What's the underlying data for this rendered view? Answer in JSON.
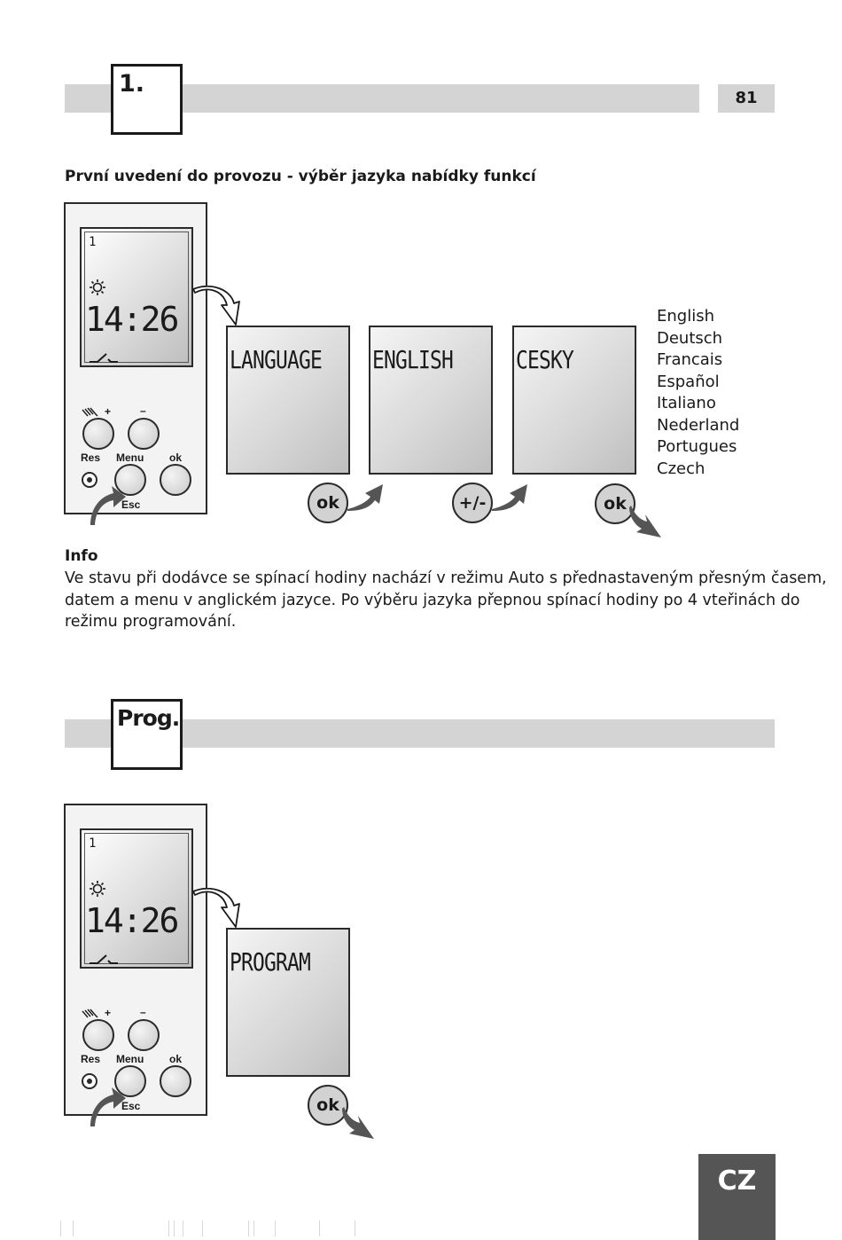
{
  "section1": {
    "step_label": "1.",
    "page_number": "81"
  },
  "heading": "První uvedení do provozu - výběr jazyka nabídky funkcí",
  "device": {
    "channel": "1",
    "time": "14:26",
    "plus_label": "+",
    "minus_label": "–",
    "res_label": "Res",
    "menu_label": "Menu",
    "ok_label": "ok",
    "esc_label": "Esc"
  },
  "screens": [
    "LANGUAGE",
    "ENGLISH",
    "CESKY"
  ],
  "nav_buttons": [
    "ok",
    "+/-",
    "ok"
  ],
  "languages": [
    "English",
    "Deutsch",
    "Francais",
    "Español",
    "Italiano",
    "Nederland",
    "Portugues",
    "Czech"
  ],
  "info": {
    "title": "Info",
    "lines": [
      "Ve stavu při dodávce se spínací hodiny nachází v režimu Auto s přednastaveným přesným časem,",
      "datem a menu v anglickém jazyce. Po výběru jazyka přepnou spínací hodiny po 4 vteřinách do",
      "režimu programování."
    ]
  },
  "section2": {
    "step_label": "Prog."
  },
  "prog_screen": "PROGRAM",
  "prog_button": "ok",
  "footer": {
    "country": "CZ"
  },
  "colors": {
    "bar": "#d4d4d4",
    "footer_box": "#555555",
    "button": "#d2d2d2"
  }
}
